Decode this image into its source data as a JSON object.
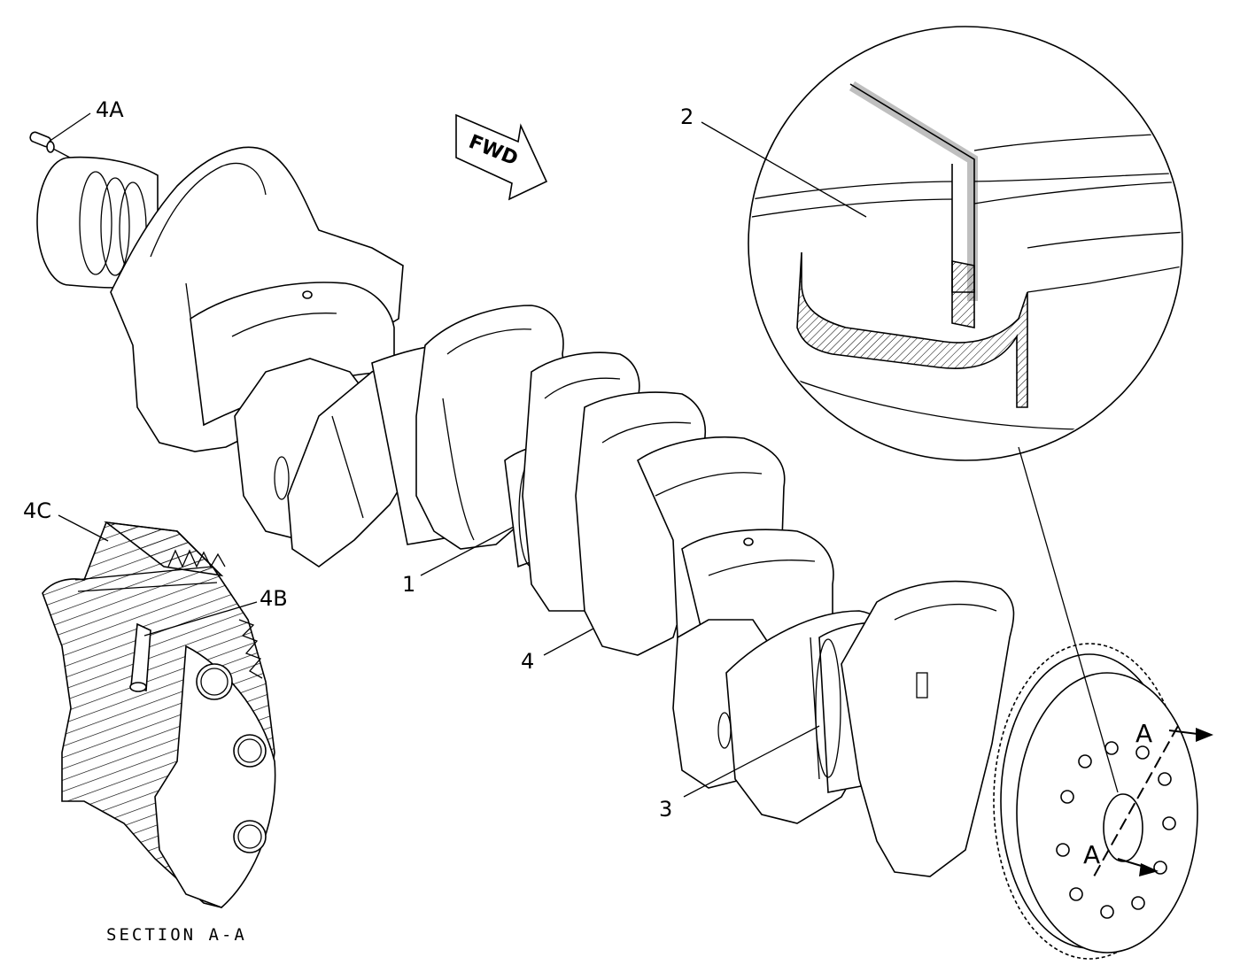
{
  "diagram": {
    "callouts": {
      "c1": "1",
      "c2": "2",
      "c3": "3",
      "c4": "4",
      "c4a": "4A",
      "c4b": "4B",
      "c4c": "4C"
    },
    "fwd_arrow": "FWD",
    "section_marker": "A",
    "section_caption": "SECTION A-A",
    "colors": {
      "line": "#000000",
      "background": "#ffffff"
    }
  }
}
